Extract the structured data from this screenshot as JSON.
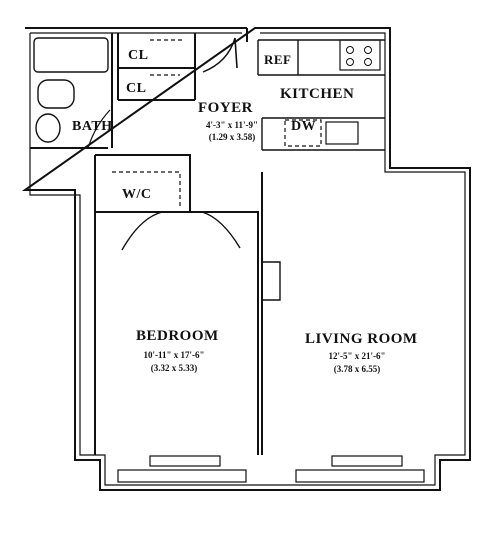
{
  "rooms": {
    "closet_1": {
      "name": "CL"
    },
    "closet_2": {
      "name": "CL"
    },
    "refrigerator": {
      "name": "REF"
    },
    "kitchen": {
      "name": "KITCHEN"
    },
    "foyer": {
      "name": "FOYER",
      "dim_imperial": "4'-3\" x 11'-9\"",
      "dim_metric": "(1.29 x 3.58)"
    },
    "dishwasher": {
      "name": "DW"
    },
    "bath": {
      "name": "BATH"
    },
    "wc": {
      "name": "W/C"
    },
    "bedroom": {
      "name": "BEDROOM",
      "dim_imperial": "10'-11\" x 17'-6\"",
      "dim_metric": "(3.32 x 5.33)"
    },
    "living_room": {
      "name": "LIVING ROOM",
      "dim_imperial": "12'-5\" x 21'-6\"",
      "dim_metric": "(3.78 x 6.55)"
    }
  }
}
